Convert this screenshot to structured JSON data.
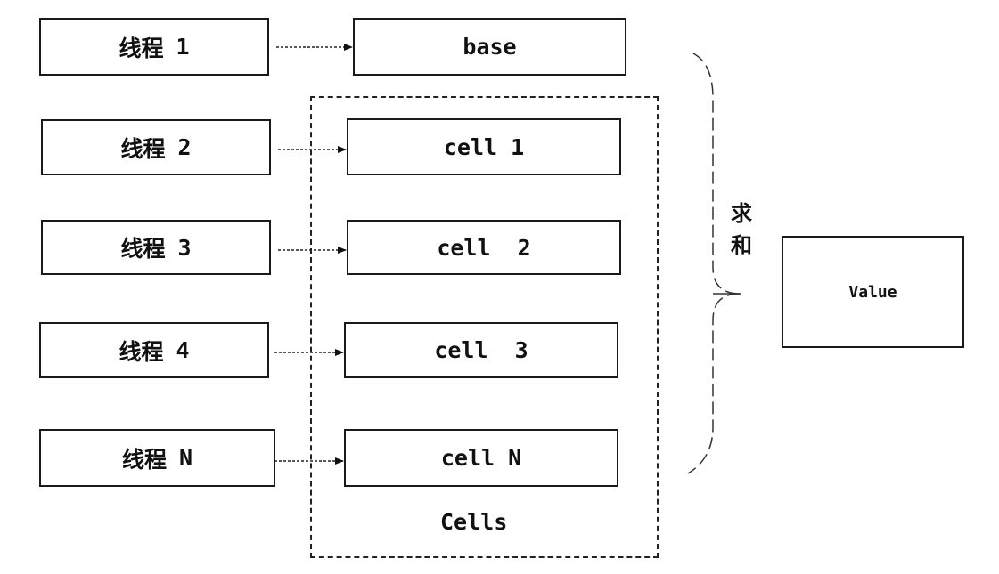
{
  "threads": [
    {
      "name": "线程",
      "num": "1"
    },
    {
      "name": "线程",
      "num": "2"
    },
    {
      "name": "线程",
      "num": "3"
    },
    {
      "name": "线程",
      "num": "4"
    },
    {
      "name": "线程",
      "num": "N"
    }
  ],
  "base": {
    "label": "base"
  },
  "cells": [
    {
      "label": "cell 1"
    },
    {
      "label": "cell  2"
    },
    {
      "label": "cell  3"
    },
    {
      "label": "cell N"
    }
  ],
  "cells_group": {
    "label": "Cells"
  },
  "sum": {
    "label_line1": "求",
    "label_line2": "和"
  },
  "value": {
    "label": "Value"
  }
}
